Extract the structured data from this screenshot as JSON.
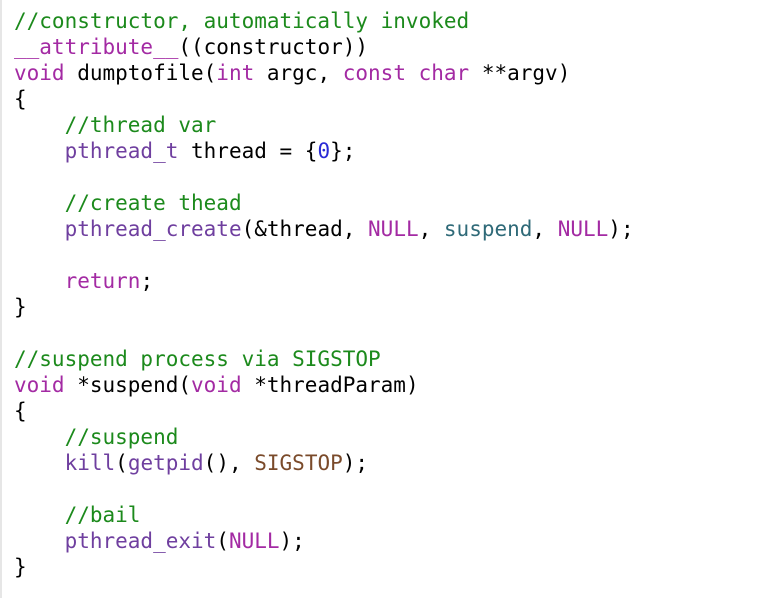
{
  "colors": {
    "comment": "#1c8a1c",
    "keyword": "#a32aa3",
    "macro": "#6f3f9f",
    "function": "#2f6a78",
    "number": "#2a2ad6",
    "constant": "#7a4a2a",
    "plain": "#000000"
  },
  "lines": [
    [
      {
        "t": "//constructor, automatically invoked",
        "k": "comment"
      }
    ],
    [
      {
        "t": "__attribute__",
        "k": "keyword"
      },
      {
        "t": "((constructor))",
        "k": "plain"
      }
    ],
    [
      {
        "t": "void",
        "k": "keyword"
      },
      {
        "t": " dumptofile(",
        "k": "plain"
      },
      {
        "t": "int",
        "k": "keyword"
      },
      {
        "t": " argc, ",
        "k": "plain"
      },
      {
        "t": "const",
        "k": "keyword"
      },
      {
        "t": " ",
        "k": "plain"
      },
      {
        "t": "char",
        "k": "keyword"
      },
      {
        "t": " **argv)",
        "k": "plain"
      }
    ],
    [
      {
        "t": "{",
        "k": "plain"
      }
    ],
    [
      {
        "t": "    ",
        "k": "plain"
      },
      {
        "t": "//thread var",
        "k": "comment"
      }
    ],
    [
      {
        "t": "    ",
        "k": "plain"
      },
      {
        "t": "pthread_t",
        "k": "macro"
      },
      {
        "t": " thread = {",
        "k": "plain"
      },
      {
        "t": "0",
        "k": "number"
      },
      {
        "t": "};",
        "k": "plain"
      }
    ],
    [],
    [
      {
        "t": "    ",
        "k": "plain"
      },
      {
        "t": "//create thead",
        "k": "comment"
      }
    ],
    [
      {
        "t": "    ",
        "k": "plain"
      },
      {
        "t": "pthread_create",
        "k": "macro"
      },
      {
        "t": "(&thread, ",
        "k": "plain"
      },
      {
        "t": "NULL",
        "k": "keyword"
      },
      {
        "t": ", ",
        "k": "plain"
      },
      {
        "t": "suspend",
        "k": "function"
      },
      {
        "t": ", ",
        "k": "plain"
      },
      {
        "t": "NULL",
        "k": "keyword"
      },
      {
        "t": ");",
        "k": "plain"
      }
    ],
    [],
    [
      {
        "t": "    ",
        "k": "plain"
      },
      {
        "t": "return",
        "k": "keyword"
      },
      {
        "t": ";",
        "k": "plain"
      }
    ],
    [
      {
        "t": "}",
        "k": "plain"
      }
    ],
    [],
    [
      {
        "t": "//suspend process via SIGSTOP",
        "k": "comment"
      }
    ],
    [
      {
        "t": "void",
        "k": "keyword"
      },
      {
        "t": " *suspend(",
        "k": "plain"
      },
      {
        "t": "void",
        "k": "keyword"
      },
      {
        "t": " *threadParam)",
        "k": "plain"
      }
    ],
    [
      {
        "t": "{",
        "k": "plain"
      }
    ],
    [
      {
        "t": "    ",
        "k": "plain"
      },
      {
        "t": "//suspend",
        "k": "comment"
      }
    ],
    [
      {
        "t": "    ",
        "k": "plain"
      },
      {
        "t": "kill",
        "k": "macro"
      },
      {
        "t": "(",
        "k": "plain"
      },
      {
        "t": "getpid",
        "k": "macro"
      },
      {
        "t": "(), ",
        "k": "plain"
      },
      {
        "t": "SIGSTOP",
        "k": "constant"
      },
      {
        "t": ");",
        "k": "plain"
      }
    ],
    [],
    [
      {
        "t": "    ",
        "k": "plain"
      },
      {
        "t": "//bail",
        "k": "comment"
      }
    ],
    [
      {
        "t": "    ",
        "k": "plain"
      },
      {
        "t": "pthread_exit",
        "k": "macro"
      },
      {
        "t": "(",
        "k": "plain"
      },
      {
        "t": "NULL",
        "k": "keyword"
      },
      {
        "t": ");",
        "k": "plain"
      }
    ],
    [
      {
        "t": "}",
        "k": "plain"
      }
    ]
  ]
}
